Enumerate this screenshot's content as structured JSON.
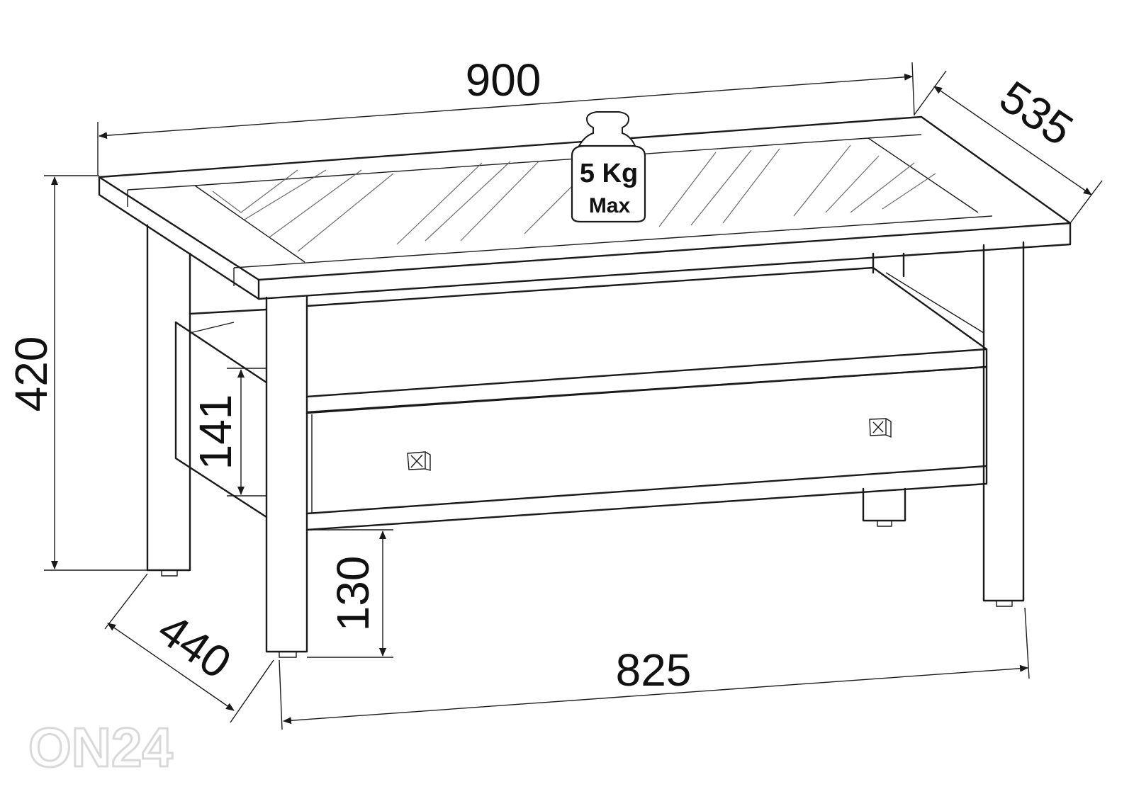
{
  "dimensions": {
    "width": "900",
    "depth": "535",
    "height": "420",
    "shelf_gap": "141",
    "floor_clearance": "130",
    "leg_span": "825",
    "leg_depth": "440"
  },
  "load_label": {
    "value": "5 Kg",
    "qualifier": "Max"
  },
  "watermark": "ON24",
  "colors": {
    "line": "#1a1a1a",
    "watermark": "#d9d9d9"
  }
}
